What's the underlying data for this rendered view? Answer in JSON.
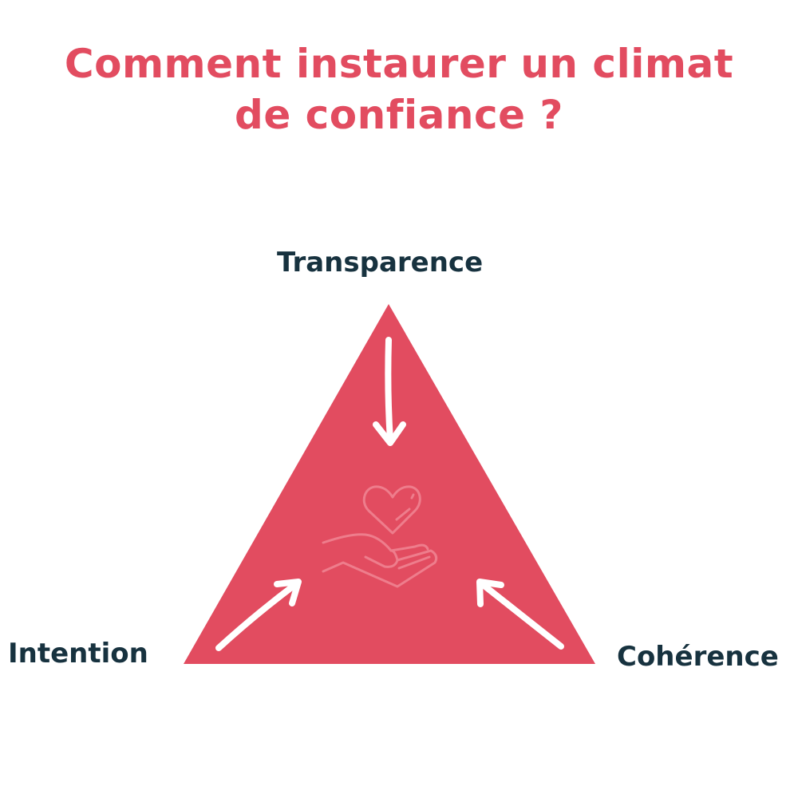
{
  "title": {
    "line1": "Comment instaurer un climat",
    "line2": "de confiance ?"
  },
  "vertices": {
    "top": "Transparence",
    "left": "Intention",
    "right": "Cohérence"
  },
  "colors": {
    "accent": "#e24c60",
    "label": "#17323f",
    "icon_stroke": "#ee7d8c"
  },
  "center_icon": "heart-in-hand-icon"
}
